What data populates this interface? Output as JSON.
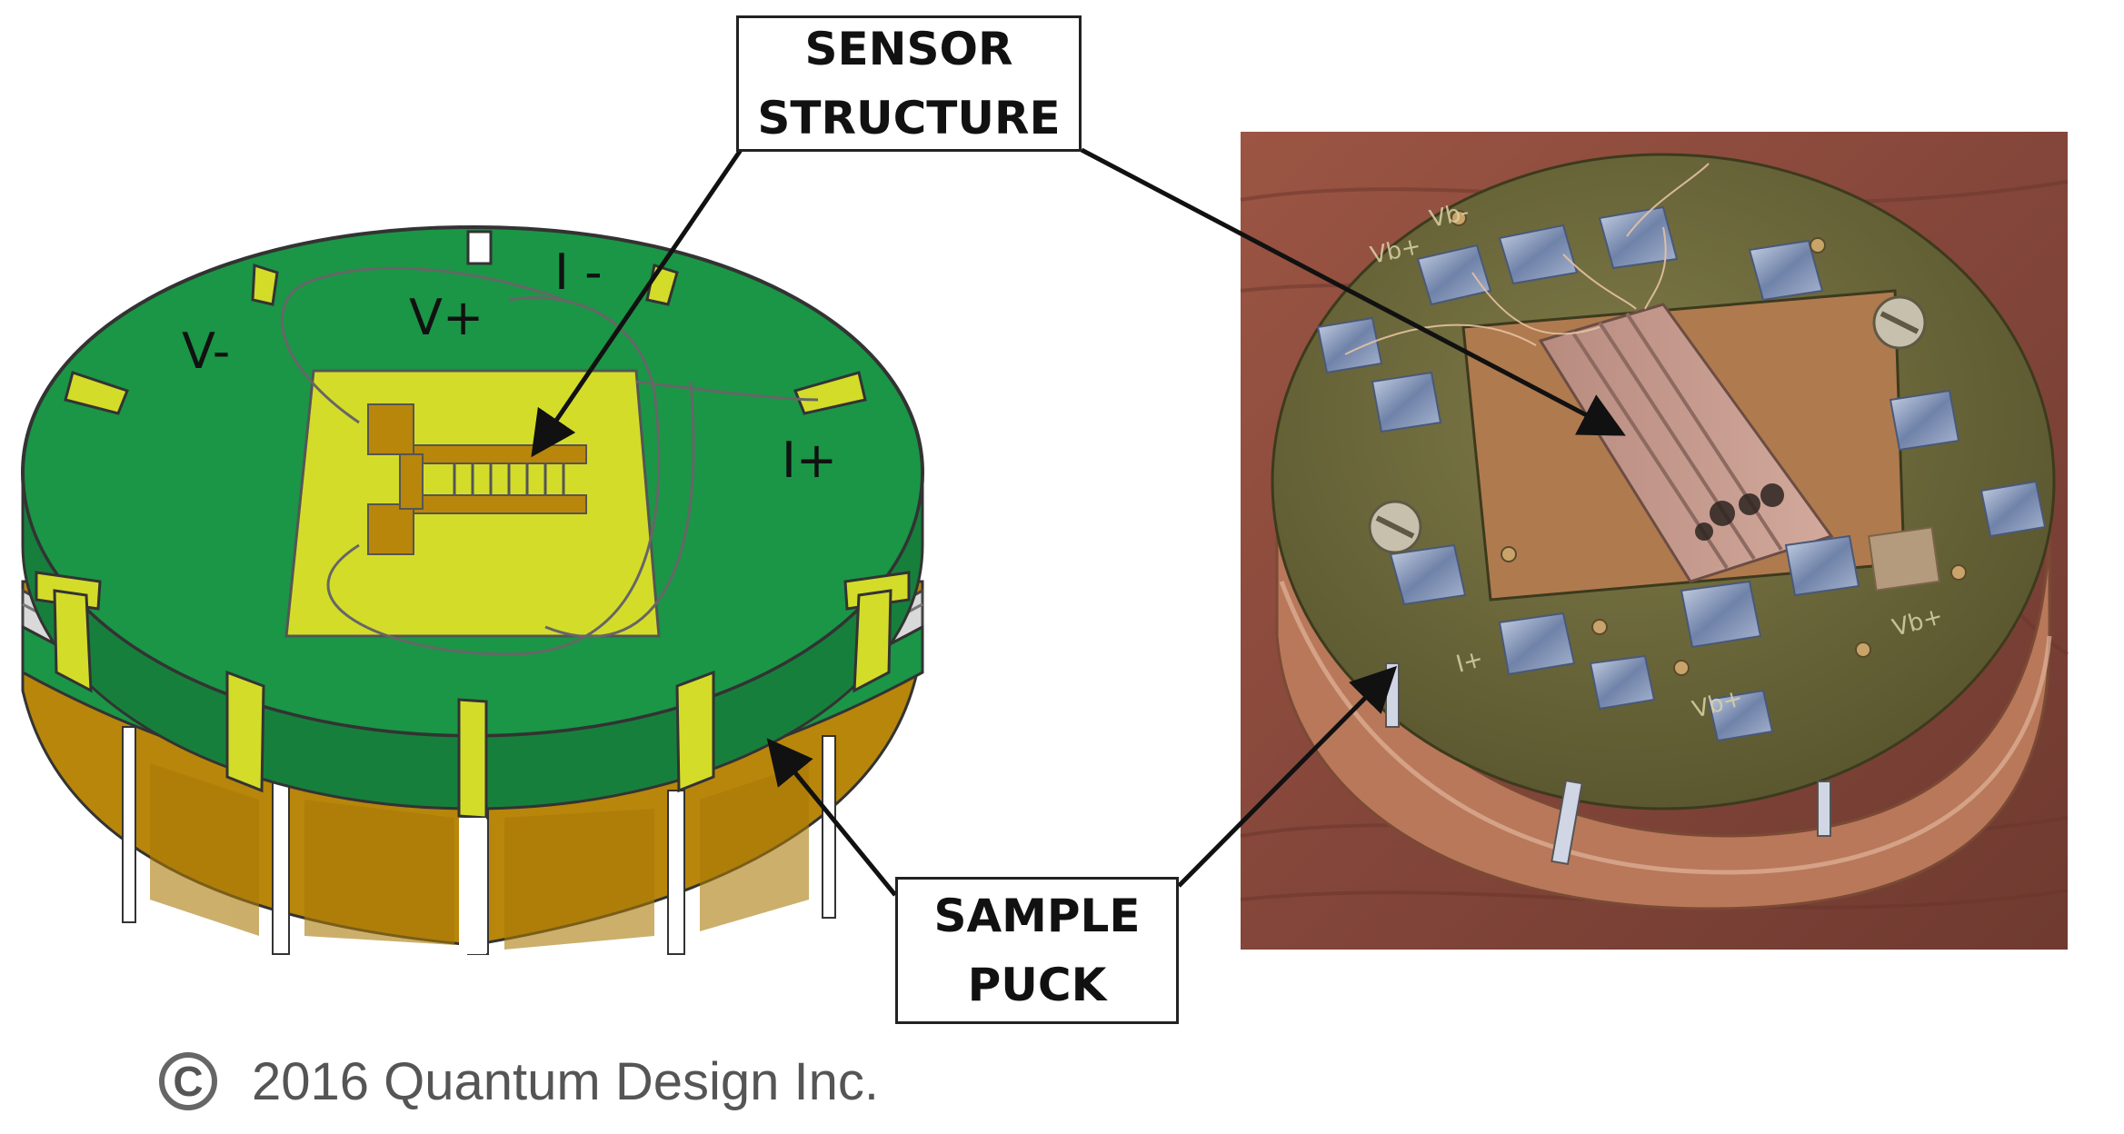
{
  "callouts": {
    "sensor": [
      "SENSOR",
      "STRUCTURE"
    ],
    "puck": [
      "SAMPLE",
      "PUCK"
    ]
  },
  "drawing": {
    "pad_labels": {
      "v_minus": "V-",
      "v_plus": "V+",
      "i_minus": "I -",
      "i_plus": "I+"
    }
  },
  "photo": {
    "pcb_labels": {
      "top_left": "Vb+",
      "top_mid": "Vb-",
      "left": "I+",
      "bottom_mid": "Vb+",
      "bottom_right": "Vb+"
    }
  },
  "copyright": {
    "symbol": "C",
    "text": "2016 Quantum Design Inc."
  },
  "colors": {
    "pcb_green": "#1a9646",
    "gold": "#b8860b",
    "sensor_yellow": "#d4dc2a",
    "wood": "#8a4a38",
    "photo_board": "#6e6a3c"
  }
}
